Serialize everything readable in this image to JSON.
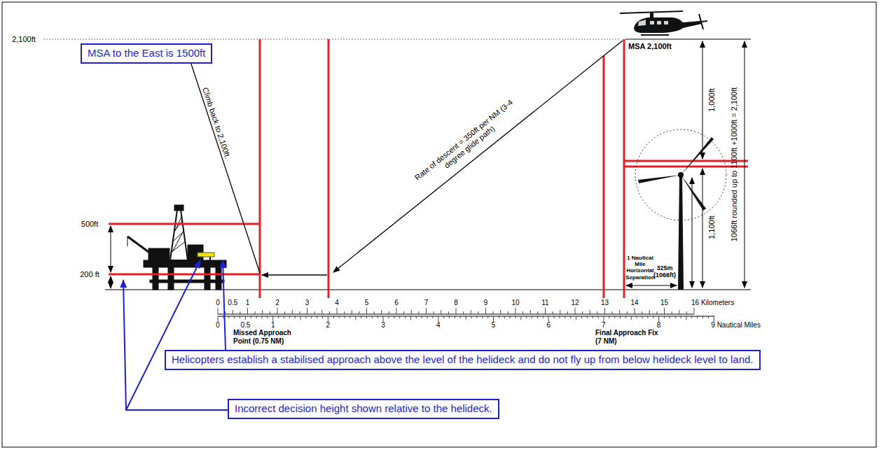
{
  "diagram": {
    "nodes": [
      {
        "text": [
          "MSA to the East is 1500ft"
        ]
      },
      {
        "text": [
          "Helicopters establish a stabilised approach above the level of the helideck and do not fly up from below helideck level to land."
        ]
      },
      {
        "text": [
          "Incorrect decision height shown relative to the helideck."
        ]
      }
    ],
    "edges": [],
    "labels": [
      "2,100ft",
      "Climb back to 2,100ft.",
      "Rate of descent = 350ft per NM (3-4 degree glide path)",
      "MSA 2,100ft",
      "1,000ft",
      "1066ft rounded up to 1100ft +1000ft = 2,100ft",
      "1,100ft",
      "325m (1066ft)",
      "1 Nautical Mile Horizontal Separation",
      "500ft",
      "200 ft",
      "Missed Approach Point (0.75 NM)",
      "Final Approach Fix (7 NM)",
      "0",
      "0.5",
      "1",
      "2",
      "3",
      "4",
      "5",
      "6",
      "7",
      "8",
      "9",
      "10",
      "11",
      "12",
      "13",
      "14",
      "15",
      "16 Kilometers",
      "0",
      "0.5",
      "1",
      "2",
      "3",
      "4",
      "5",
      "6",
      "7",
      "8",
      "9 Nautical Miles"
    ]
  }
}
